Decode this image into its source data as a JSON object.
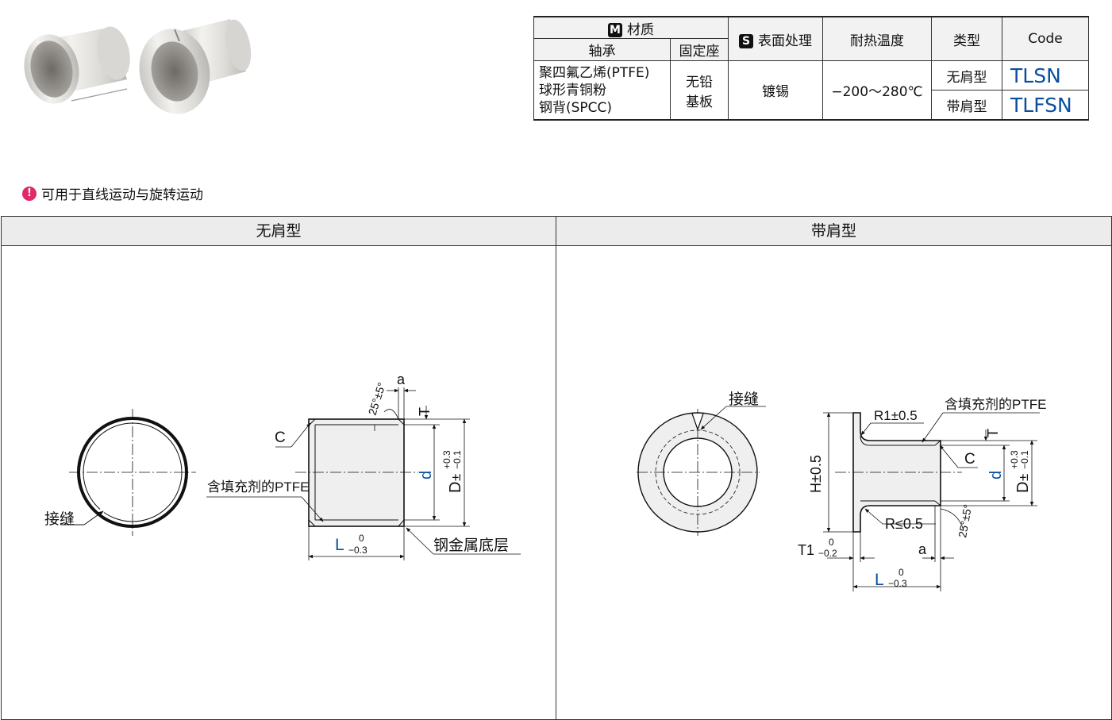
{
  "table": {
    "material_header": "材质",
    "material_badge": "M",
    "bearing_header": "轴承",
    "mount_header": "固定座",
    "surface_header": "表面处理",
    "surface_badge": "S",
    "temp_header": "耐热温度",
    "type_header": "类型",
    "code_header": "Code",
    "bearing_line1": "聚四氟乙烯(PTFE)",
    "bearing_line2": "球形青铜粉",
    "bearing_line3": "钢背(SPCC)",
    "mount_line1": "无铅",
    "mount_line2": "基板",
    "surface_value": "镀锡",
    "temp_value": "−200～280℃",
    "rows": [
      {
        "type": "无肩型",
        "code": "TLSN"
      },
      {
        "type": "带肩型",
        "code": "TLFSN"
      }
    ]
  },
  "note": "可用于直线运动与旋转运动",
  "panels": {
    "left_title": "无肩型",
    "right_title": "带肩型"
  },
  "left_drawing": {
    "seam": "接缝",
    "chamfer": "C",
    "ptfe": "含填充剂的PTFE",
    "steel": "钢金属底层",
    "angle": "25°±5°",
    "a": "a",
    "t": "T",
    "d": "d",
    "D": "D",
    "D_tol_upper": "−0.1",
    "D_tol_lower": "+0.3",
    "L": "L",
    "L_tol_upper": "0",
    "L_tol_lower": "−0.3"
  },
  "right_drawing": {
    "seam": "接缝",
    "ptfe": "含填充剂的PTFE",
    "r1": "R1±0.5",
    "r": "R≤0.5",
    "H": "H±0.5",
    "chamfer": "C",
    "t": "T",
    "d": "d",
    "D": "D",
    "D_tol_upper": "−0.1",
    "D_tol_lower": "+0.3",
    "angle": "25°±5°",
    "a": "a",
    "t1": "T1",
    "t1_tol_upper": "0",
    "t1_tol_lower": "−0.2",
    "L": "L",
    "L_tol_upper": "0",
    "L_tol_lower": "−0.3"
  },
  "colors": {
    "accent_blue": "#0a4f9e",
    "note_pink": "#e0286b",
    "panel_head_bg": "#ececec"
  }
}
